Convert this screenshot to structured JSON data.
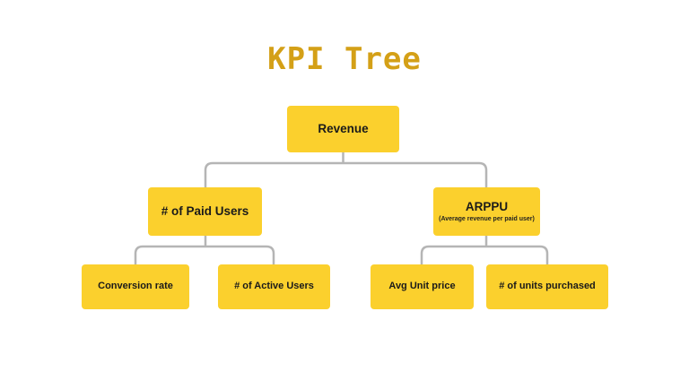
{
  "page": {
    "title": "KPI Tree",
    "background_color": "#ffffff",
    "title_color": "#d4a017",
    "node_color": "#fbd02d",
    "node_text_color": "#1a1a1a",
    "connector_color": "#b5b5b5"
  },
  "tree": {
    "root": {
      "label": "Revenue",
      "subtitle": ""
    },
    "level1": [
      {
        "label": "# of Paid Users",
        "subtitle": ""
      },
      {
        "label": "ARPPU",
        "subtitle": "(Average revenue per paid user)"
      }
    ],
    "level2": [
      {
        "label": "Conversion rate",
        "subtitle": ""
      },
      {
        "label": "# of Active Users",
        "subtitle": ""
      },
      {
        "label": "Avg Unit price",
        "subtitle": ""
      },
      {
        "label": "# of units purchased",
        "subtitle": ""
      }
    ]
  }
}
